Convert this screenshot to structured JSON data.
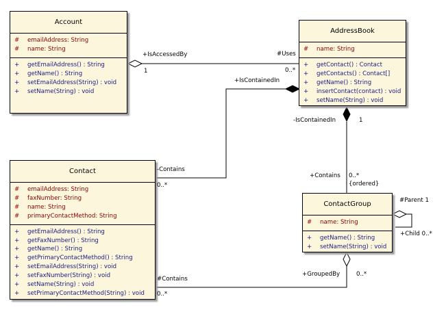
{
  "classes": {
    "account": {
      "name": "Account",
      "attributes": [
        {
          "vis": "#",
          "text": "emailAddress:  String"
        },
        {
          "vis": "#",
          "text": "name:  String"
        }
      ],
      "operations": [
        {
          "vis": "+",
          "text": "getEmailAddress() : String"
        },
        {
          "vis": "+",
          "text": "getName() : String"
        },
        {
          "vis": "+",
          "text": "setEmailAddress(String) : void"
        },
        {
          "vis": "+",
          "text": "setName(String) : void"
        }
      ]
    },
    "addressbook": {
      "name": "AddressBook",
      "attributes": [
        {
          "vis": "#",
          "text": "name:  String"
        }
      ],
      "operations": [
        {
          "vis": "+",
          "text": "getContact() : Contact"
        },
        {
          "vis": "+",
          "text": "getContacts() : Contact[]"
        },
        {
          "vis": "+",
          "text": "getName() : String"
        },
        {
          "vis": "+",
          "text": "insertContact(contact) : void"
        },
        {
          "vis": "+",
          "text": "setName(String) : void"
        }
      ]
    },
    "contact": {
      "name": "Contact",
      "attributes": [
        {
          "vis": "#",
          "text": "emailAddress:  String"
        },
        {
          "vis": "#",
          "text": "faxNumber:  String"
        },
        {
          "vis": "#",
          "text": "name:  String"
        },
        {
          "vis": "#",
          "text": "primaryContactMethod:  String"
        }
      ],
      "operations": [
        {
          "vis": "+",
          "text": "getEmailAddress() : String"
        },
        {
          "vis": "+",
          "text": "getFaxNumber() : String"
        },
        {
          "vis": "+",
          "text": "getName() : String"
        },
        {
          "vis": "+",
          "text": "getPrimaryContactMethod() : String"
        },
        {
          "vis": "+",
          "text": "setEmailAddress(String) : void"
        },
        {
          "vis": "+",
          "text": "setFaxNumber(String) : void"
        },
        {
          "vis": "+",
          "text": "setName(String) : void"
        },
        {
          "vis": "+",
          "text": "setPrimaryContactMethod(String) : void"
        }
      ]
    },
    "contactgroup": {
      "name": "ContactGroup",
      "attributes": [
        {
          "vis": "#",
          "text": "name:  String"
        }
      ],
      "operations": [
        {
          "vis": "+",
          "text": "getName() : String"
        },
        {
          "vis": "+",
          "text": "setName(String) : void"
        }
      ]
    }
  },
  "labels": {
    "is_accessed_by": "+IsAccessedBy",
    "account_mult": "1",
    "uses": "#Uses",
    "uses_mult": "0..*",
    "is_contained_in_top": "+IsContainedIn",
    "contains_contact": "-Contains",
    "contains_contact_mult": "0..*",
    "is_contained_in_group": "-IsContainedIn",
    "addressbook_group_mult": "1",
    "contains_group": "+Contains",
    "contains_group_mult": "0..*",
    "ordered": "{ordered}",
    "parent": "#Parent 1",
    "child": "+Child 0..*",
    "grouped_by": "+GroupedBy",
    "grouped_by_mult": "0..*",
    "contains_hash": "#Contains",
    "contains_hash_mult": "0..*"
  },
  "colors": {
    "class_fill": "#fcf6dc",
    "attribute_text": "#8b0000",
    "operation_text": "#1a1a80"
  }
}
